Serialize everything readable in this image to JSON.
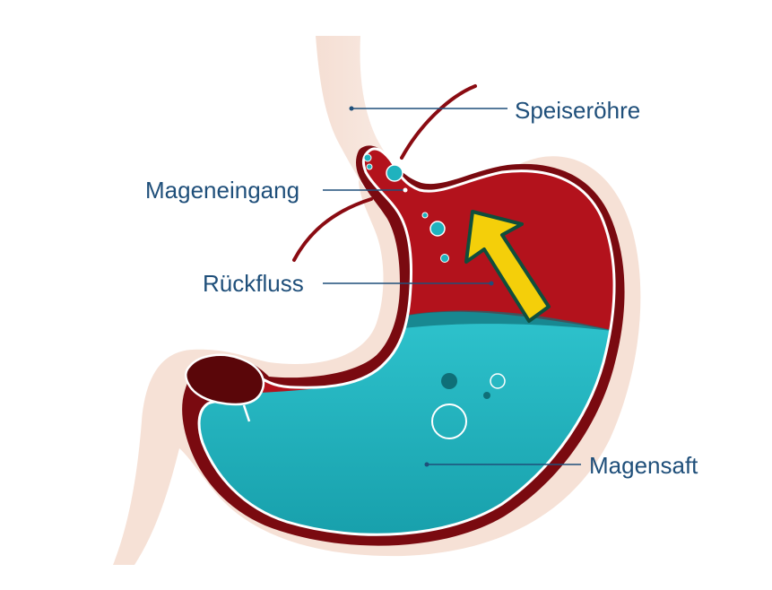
{
  "labels": {
    "speiseroehre": "Speiseröhre",
    "mageneingang": "Mageneingang",
    "rueckfluss": "Rückfluss",
    "magensaft": "Magensaft"
  },
  "colors": {
    "outer_tissue": "#f6e1d6",
    "stomach_wall": "#7a0a10",
    "mucosa_red": "#b3121c",
    "gastric_juice": "#1fb2be",
    "gastric_juice_light": "#38c7d2",
    "arrow": "#f4cf0a",
    "label_text": "#1f4f7a",
    "leader_line": "#1f4f7a"
  },
  "icons": {
    "reflux_arrow": "arrow-up-icon"
  }
}
